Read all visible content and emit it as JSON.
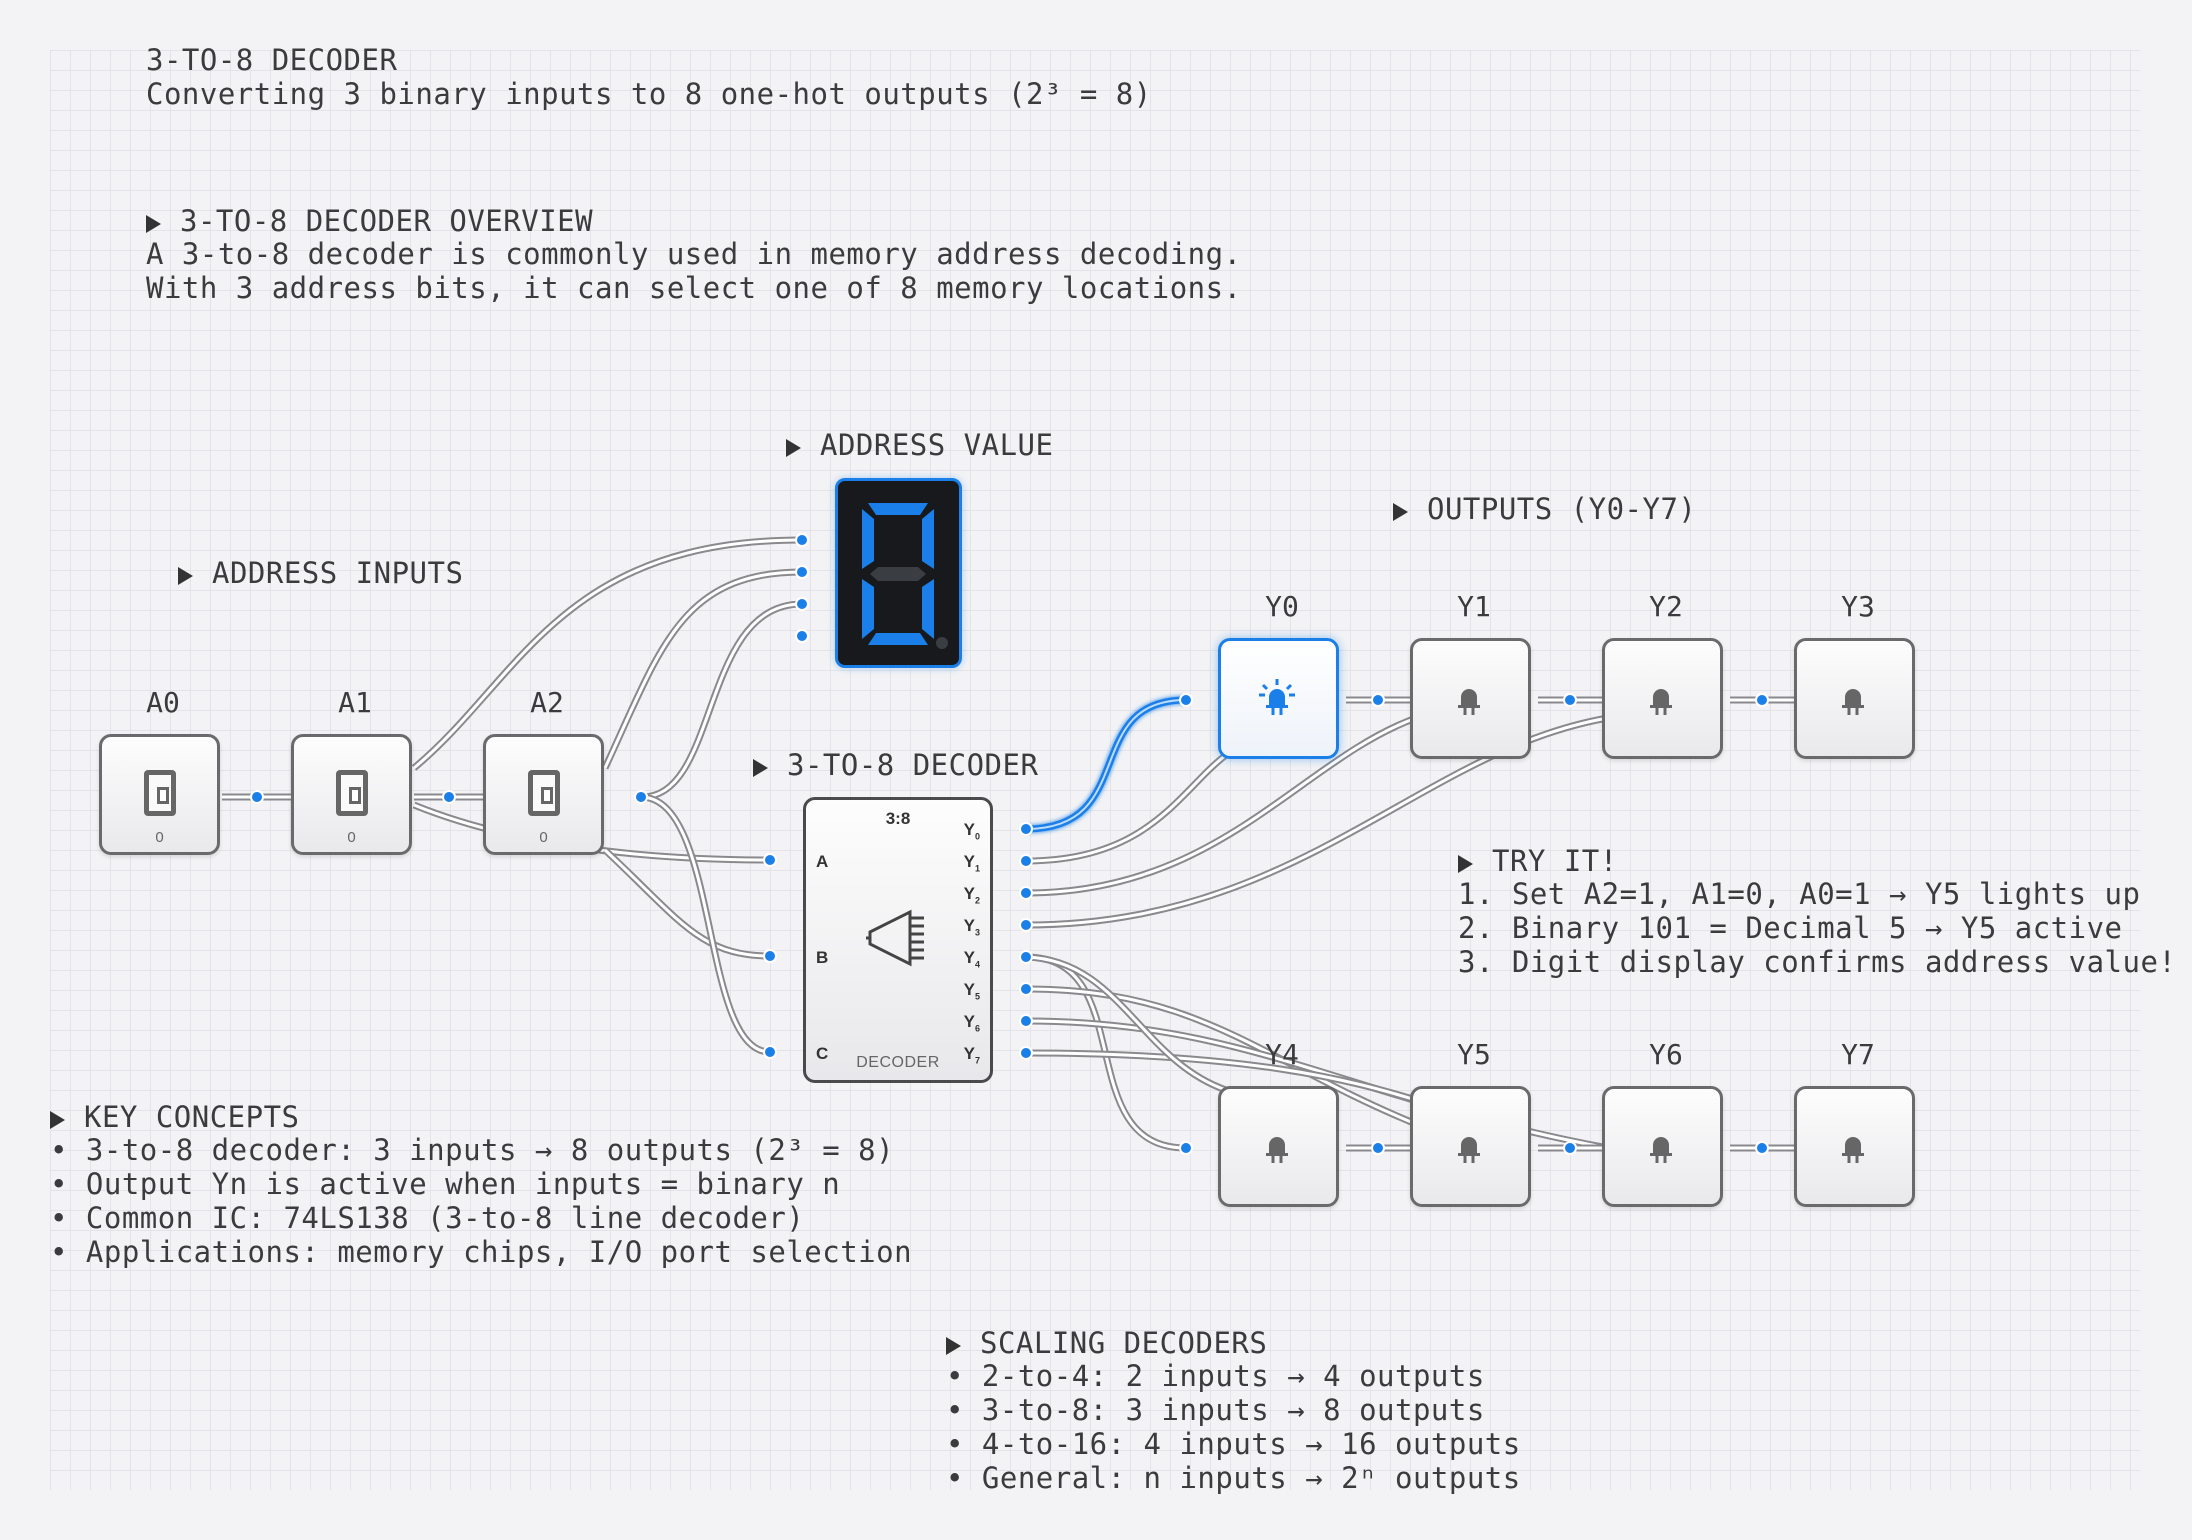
{
  "header": {
    "title": "3-TO-8 DECODER",
    "subtitle": "Converting 3 binary inputs to 8 one-hot outputs (2³ = 8)"
  },
  "overview": {
    "heading": "3-TO-8 DECODER OVERVIEW",
    "lines": [
      "A 3-to-8 decoder is commonly used in memory address decoding.",
      "With 3 address bits, it can select one of 8 memory locations."
    ]
  },
  "sections": {
    "address_inputs": "ADDRESS INPUTS",
    "address_value": "ADDRESS VALUE",
    "outputs": "OUTPUTS (Y0-Y7)",
    "decoder": "3-TO-8 DECODER"
  },
  "inputs": [
    {
      "label": "A0",
      "value": "0"
    },
    {
      "label": "A1",
      "value": "0"
    },
    {
      "label": "A2",
      "value": "0"
    }
  ],
  "display": {
    "digit": 0,
    "color": "#1a7fe8"
  },
  "decoder": {
    "title": "3:8",
    "footer": "DECODER",
    "inputs": [
      "A",
      "B",
      "C"
    ],
    "outputs": [
      "Y",
      "Y",
      "Y",
      "Y",
      "Y",
      "Y",
      "Y",
      "Y"
    ],
    "output_subs": [
      "0",
      "1",
      "2",
      "3",
      "4",
      "5",
      "6",
      "7"
    ]
  },
  "outputs": [
    {
      "label": "Y0",
      "active": true
    },
    {
      "label": "Y1",
      "active": false
    },
    {
      "label": "Y2",
      "active": false
    },
    {
      "label": "Y3",
      "active": false
    },
    {
      "label": "Y4",
      "active": false
    },
    {
      "label": "Y5",
      "active": false
    },
    {
      "label": "Y6",
      "active": false
    },
    {
      "label": "Y7",
      "active": false
    }
  ],
  "try_it": {
    "heading": "TRY IT!",
    "lines": [
      "1. Set A2=1, A1=0, A0=1 → Y5 lights up",
      "2. Binary 101 = Decimal 5 → Y5 active",
      "3. Digit display confirms address value!"
    ]
  },
  "key_concepts": {
    "heading": "KEY CONCEPTS",
    "lines": [
      "• 3-to-8 decoder: 3 inputs → 8 outputs (2³ = 8)",
      "• Output Yn is active when inputs = binary n",
      "• Common IC: 74LS138 (3-to-8 line decoder)",
      "• Applications: memory chips, I/O port selection"
    ]
  },
  "scaling": {
    "heading": "SCALING DECODERS",
    "lines": [
      "• 2-to-4: 2 inputs → 4 outputs",
      "• 3-to-8: 3 inputs → 8 outputs",
      "• 4-to-16: 4 inputs → 16 outputs",
      "• General: n inputs → 2ⁿ outputs"
    ]
  },
  "colors": {
    "active": "#1a7fe8",
    "wire": "#8a8a8e",
    "border": "#6a6a6c"
  }
}
